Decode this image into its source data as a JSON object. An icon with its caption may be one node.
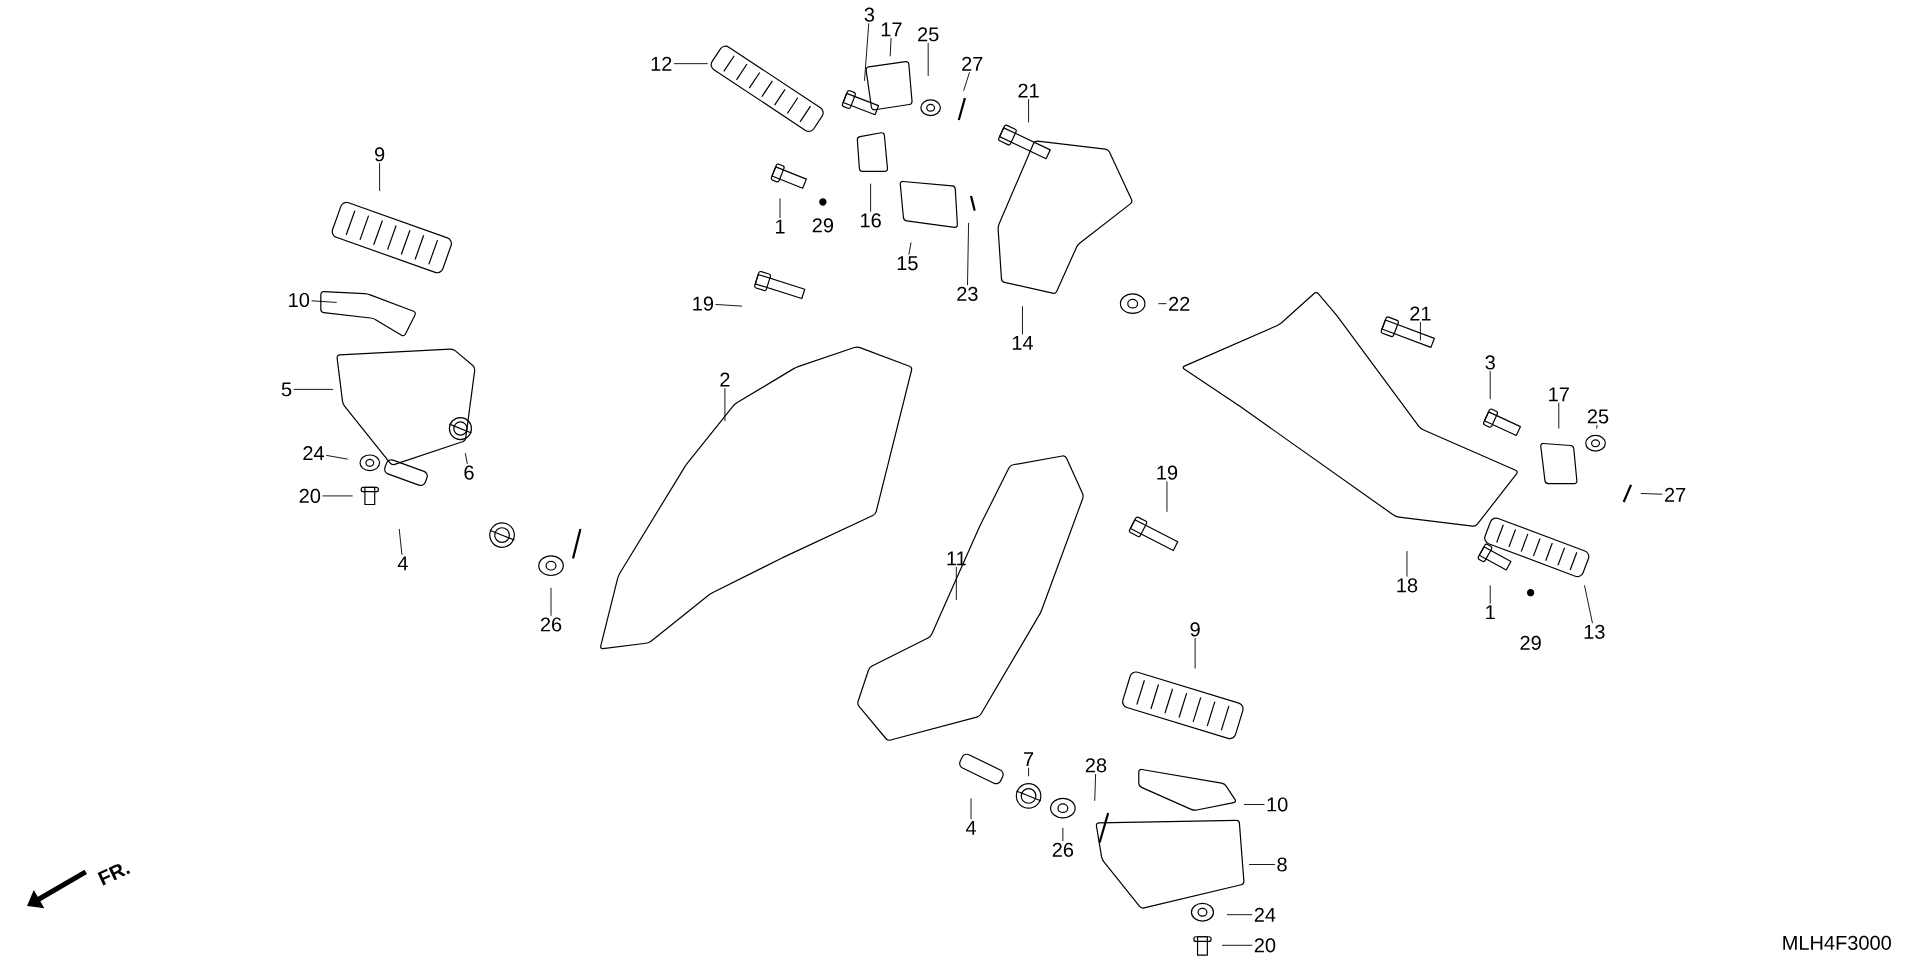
{
  "diagram": {
    "nodes": [
      {
        "text": [
          "3"
        ]
      },
      {
        "text": [
          "17"
        ]
      },
      {
        "text": [
          "25"
        ]
      },
      {
        "text": [
          "27"
        ]
      },
      {
        "text": [
          "12"
        ]
      },
      {
        "text": [
          "21"
        ]
      },
      {
        "text": [
          "9"
        ]
      },
      {
        "text": [
          "1"
        ]
      },
      {
        "text": [
          "16"
        ]
      },
      {
        "text": [
          "15"
        ]
      },
      {
        "text": [
          "23"
        ]
      },
      {
        "text": [
          "10"
        ]
      },
      {
        "text": [
          "19"
        ]
      },
      {
        "text": [
          "22"
        ]
      },
      {
        "text": [
          "14"
        ]
      },
      {
        "text": [
          "2"
        ]
      },
      {
        "text": [
          "5"
        ]
      },
      {
        "text": [
          "21"
        ]
      },
      {
        "text": [
          "3"
        ]
      },
      {
        "text": [
          "17"
        ]
      },
      {
        "text": [
          "25"
        ]
      },
      {
        "text": [
          "24"
        ]
      },
      {
        "text": [
          "6"
        ]
      },
      {
        "text": [
          "20"
        ]
      },
      {
        "text": [
          "19"
        ]
      },
      {
        "text": [
          "27"
        ]
      },
      {
        "text": [
          "4"
        ]
      },
      {
        "text": [
          "11"
        ]
      },
      {
        "text": [
          "18"
        ]
      },
      {
        "text": [
          "26"
        ]
      },
      {
        "text": [
          "1"
        ]
      },
      {
        "text": [
          "13"
        ]
      },
      {
        "text": [
          "9"
        ]
      },
      {
        "text": [
          "7"
        ]
      },
      {
        "text": [
          "28"
        ]
      },
      {
        "text": [
          "10"
        ]
      },
      {
        "text": [
          "4"
        ]
      },
      {
        "text": [
          "26"
        ]
      },
      {
        "text": [
          "8"
        ]
      },
      {
        "text": [
          "24"
        ]
      },
      {
        "text": [
          "20"
        ]
      }
    ],
    "edges": [
      {
        "from": 0,
        "to": null,
        "arrow": "none"
      },
      {
        "from": 1,
        "to": null,
        "arrow": "none"
      },
      {
        "from": 2,
        "to": null,
        "arrow": "none"
      },
      {
        "from": 3,
        "to": null,
        "arrow": "none"
      },
      {
        "from": 4,
        "to": null,
        "arrow": "none"
      },
      {
        "from": 5,
        "to": null,
        "arrow": "none"
      },
      {
        "from": 6,
        "to": null,
        "arrow": "none"
      },
      {
        "from": 7,
        "to": null,
        "arrow": "none"
      },
      {
        "from": 8,
        "to": null,
        "arrow": "none"
      },
      {
        "from": 9,
        "to": null,
        "arrow": "none"
      },
      {
        "from": 10,
        "to": null,
        "arrow": "none"
      },
      {
        "from": 11,
        "to": null,
        "arrow": "none"
      },
      {
        "from": 12,
        "to": null,
        "arrow": "none"
      },
      {
        "from": 13,
        "to": null,
        "arrow": "none"
      },
      {
        "from": 14,
        "to": null,
        "arrow": "none"
      },
      {
        "from": 15,
        "to": null,
        "arrow": "none"
      },
      {
        "from": 16,
        "to": null,
        "arrow": "none"
      },
      {
        "from": 17,
        "to": null,
        "arrow": "none"
      },
      {
        "from": 18,
        "to": null,
        "arrow": "none"
      },
      {
        "from": 19,
        "to": null,
        "arrow": "none"
      },
      {
        "from": 20,
        "to": null,
        "arrow": "none"
      },
      {
        "from": 21,
        "to": null,
        "arrow": "none"
      },
      {
        "from": 22,
        "to": null,
        "arrow": "none"
      },
      {
        "from": 23,
        "to": null,
        "arrow": "none"
      },
      {
        "from": 24,
        "to": null,
        "arrow": "none"
      },
      {
        "from": 25,
        "to": null,
        "arrow": "none"
      },
      {
        "from": 26,
        "to": null,
        "arrow": "none"
      },
      {
        "from": 27,
        "to": null,
        "arrow": "none"
      },
      {
        "from": 28,
        "to": null,
        "arrow": "none"
      },
      {
        "from": 29,
        "to": null,
        "arrow": "none"
      },
      {
        "from": 30,
        "to": null,
        "arrow": "none"
      },
      {
        "from": 31,
        "to": null,
        "arrow": "none"
      },
      {
        "from": 32,
        "to": null,
        "arrow": "none"
      },
      {
        "from": 33,
        "to": null,
        "arrow": "none"
      },
      {
        "from": 34,
        "to": null,
        "arrow": "none"
      },
      {
        "from": 35,
        "to": null,
        "arrow": "none"
      },
      {
        "from": 36,
        "to": null,
        "arrow": "none"
      },
      {
        "from": 37,
        "to": null,
        "arrow": "none"
      },
      {
        "from": 38,
        "to": null,
        "arrow": "none"
      },
      {
        "from": 39,
        "to": null,
        "arrow": "none"
      },
      {
        "from": 40,
        "to": null,
        "arrow": "none"
      }
    ],
    "labels": [
      "29",
      "29",
      "FR.",
      "MLH4F3000"
    ]
  }
}
